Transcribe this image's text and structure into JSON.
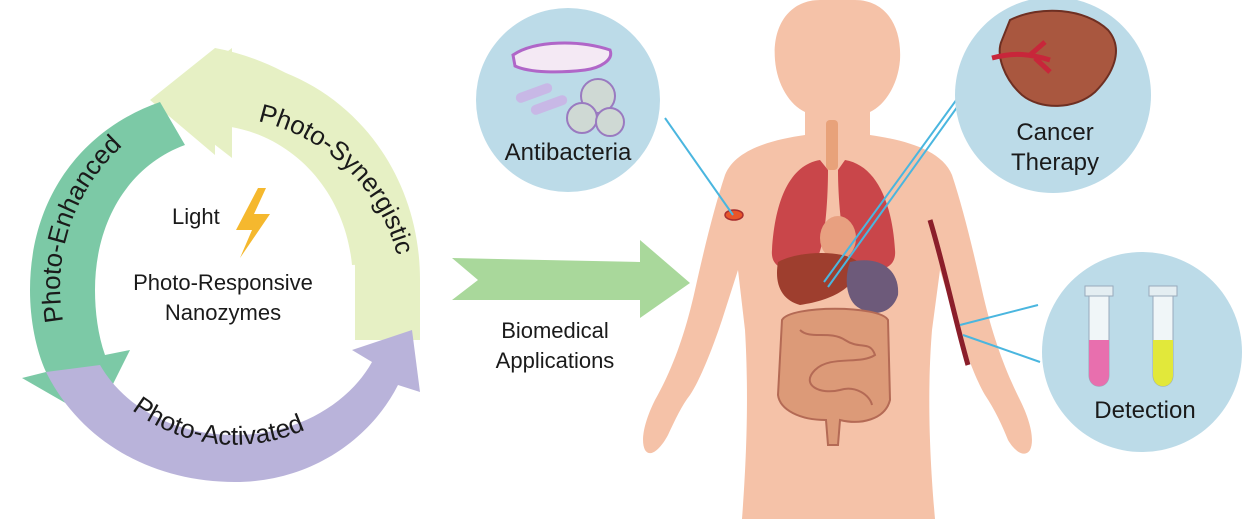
{
  "cycle": {
    "center_line1": "Light",
    "center_line2": "Photo-Responsive",
    "center_line3": "Nanozymes",
    "arrows": [
      {
        "label": "Photo-Synergistic",
        "color": "#e6f0c4"
      },
      {
        "label": "Photo-Enhanced",
        "color": "#7cc9a6"
      },
      {
        "label": "Photo-Activated",
        "color": "#b9b3da"
      }
    ],
    "bolt_color": "#f5b82e"
  },
  "transition": {
    "line1": "Biomedical",
    "line2": "Applications",
    "arrow_color": "#a9d89b"
  },
  "applications": [
    {
      "label": "Antibacteria"
    },
    {
      "line1": "Cancer",
      "line2": "Therapy"
    },
    {
      "label": "Detection"
    }
  ],
  "colors": {
    "bubble": "#bcdbe8",
    "connector": "#4ab6df",
    "skin": "#f5c2a8",
    "organ_red": "#c9464a",
    "tumor": "#a9573f"
  }
}
